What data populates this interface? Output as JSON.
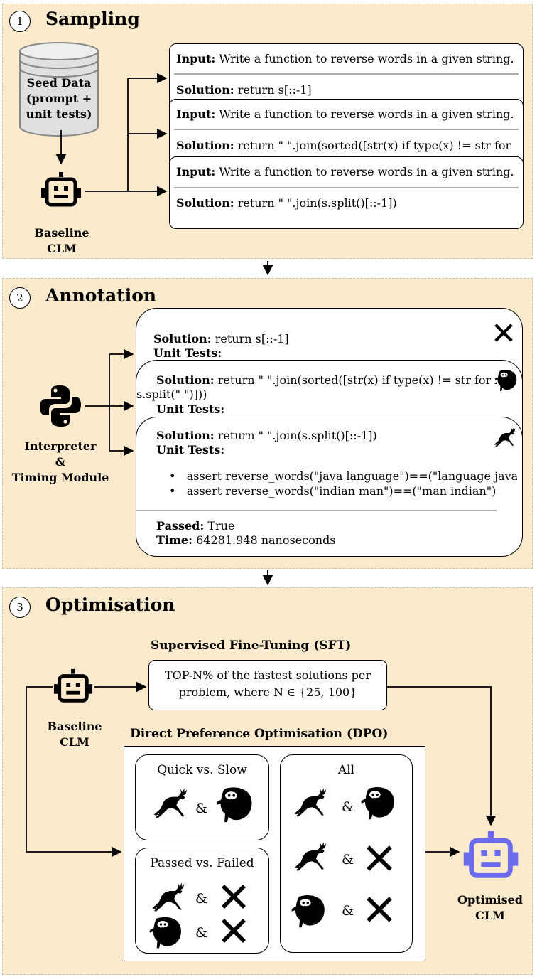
{
  "sections": {
    "sampling": {
      "number": "1",
      "title": "Sampling"
    },
    "annotation": {
      "number": "2",
      "title": "Annotation"
    },
    "optimisation": {
      "number": "3",
      "title": "Optimisation"
    }
  },
  "sampling": {
    "seed_data": [
      "Seed Data",
      "(prompt +",
      "unit tests)"
    ],
    "model_label": [
      "Baseline",
      "CLM"
    ],
    "cards": [
      {
        "input_label": "Input:",
        "input_text": "Write a function to reverse words in a given string.",
        "solution_label": "Solution:",
        "solution_text": "return s[::-1]"
      },
      {
        "input_label": "Input:",
        "input_text": "Write a function to reverse words in a given string.",
        "solution_label": "Solution:",
        "solution_text": "return \" \".join(sorted([str(x) if type(x) != str for"
      },
      {
        "input_label": "Input:",
        "input_text": "Write a function to reverse words in a given string.",
        "solution_label": "Solution:",
        "solution_text": "return \" \".join(s.split()[::-1])"
      }
    ]
  },
  "annotation": {
    "module_label": [
      "Interpreter",
      "&",
      "Timing Module"
    ],
    "cards": [
      {
        "solution_label": "Solution:",
        "solution_text": "return s[::-1]",
        "tests_label": "Unit Tests:"
      },
      {
        "solution_label": "Solution:",
        "solution_text": "return \" \".join(sorted([str(x) if type(x) != str for x in",
        "solution_cont": "s.split(\" \")]))",
        "tests_label": "Unit Tests:"
      },
      {
        "solution_label": "Solution:",
        "solution_text": "return \" \".join(s.split()[::-1])",
        "tests_label": "Unit Tests:",
        "tests": [
          "assert reverse_words(\"java language\")==(\"language java\")",
          "assert reverse_words(\"indian man\")==(\"man indian\")"
        ],
        "passed_label": "Passed:",
        "passed_value": "True",
        "time_label": "Time:",
        "time_value": "64281.948 nanoseconds"
      }
    ]
  },
  "optimisation": {
    "model_label": [
      "Baseline",
      "CLM"
    ],
    "sft_title": "Supervised Fine-Tuning (SFT)",
    "sft_text": [
      "TOP-N% of the fastest solutions per",
      "problem, where N ∈ {25, 100}"
    ],
    "dpo_title": "Direct Preference Optimisation (DPO)",
    "quick_slow": "Quick vs. Slow",
    "passed_failed": "Passed vs. Failed",
    "all": "All",
    "amp": "&",
    "output_label": [
      "Optimised",
      "CLM"
    ]
  },
  "colors": {
    "panel": "#fbeacb",
    "optimised_robot": "#6b6bf0"
  }
}
